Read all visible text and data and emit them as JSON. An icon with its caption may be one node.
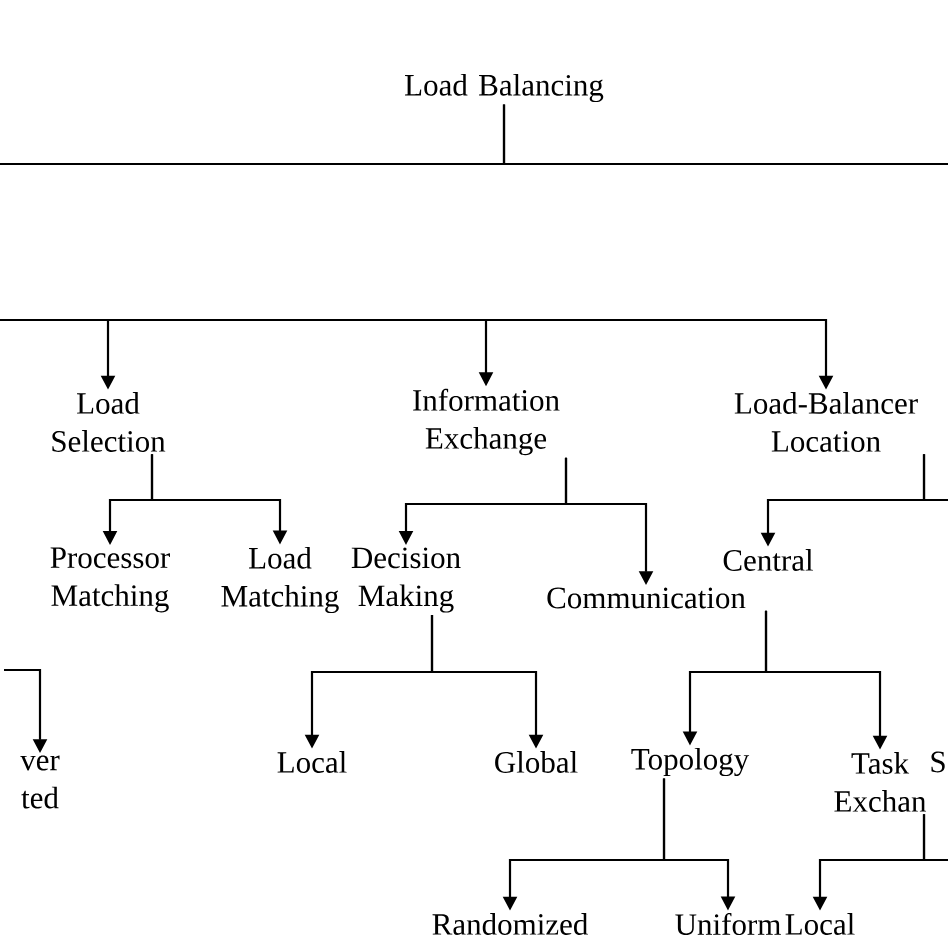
{
  "diagram": {
    "nodes": [
      {
        "text": [
          "Load Balancing"
        ]
      },
      {
        "text": [
          "Load Selection"
        ]
      },
      {
        "text": [
          "Information Exchange"
        ]
      },
      {
        "text": [
          "Load-Balancer Location"
        ]
      },
      {
        "text": [
          "Processor Matching"
        ]
      },
      {
        "text": [
          "Load Matching"
        ]
      },
      {
        "text": [
          "Decision Making"
        ]
      },
      {
        "text": [
          "Communication"
        ]
      },
      {
        "text": [
          "Central"
        ]
      },
      {
        "text": [
          "ver ted"
        ]
      },
      {
        "text": [
          "Local"
        ]
      },
      {
        "text": [
          "Global"
        ]
      },
      {
        "text": [
          "Topology"
        ]
      },
      {
        "text": [
          "Task Exchan"
        ]
      },
      {
        "text": [
          "S"
        ]
      },
      {
        "text": [
          "Randomized"
        ]
      },
      {
        "text": [
          "Uniform"
        ]
      },
      {
        "text": [
          "Local"
        ]
      }
    ],
    "edges": [
      {
        "from": 0,
        "to": null,
        "arrow": "none"
      },
      {
        "from": 0,
        "to": null,
        "arrow": "none"
      },
      {
        "from": null,
        "to": 1,
        "arrow": "to"
      },
      {
        "from": null,
        "to": 2,
        "arrow": "to"
      },
      {
        "from": null,
        "to": 3,
        "arrow": "to"
      },
      {
        "from": 1,
        "to": 4,
        "arrow": "to"
      },
      {
        "from": 1,
        "to": 5,
        "arrow": "to"
      },
      {
        "from": 2,
        "to": 6,
        "arrow": "to"
      },
      {
        "from": 2,
        "to": 7,
        "arrow": "to"
      },
      {
        "from": 3,
        "to": 8,
        "arrow": "to"
      },
      {
        "from": 3,
        "to": null,
        "arrow": "none"
      },
      {
        "from": null,
        "to": 9,
        "arrow": "to"
      },
      {
        "from": 6,
        "to": 10,
        "arrow": "to"
      },
      {
        "from": 6,
        "to": 11,
        "arrow": "to"
      },
      {
        "from": 7,
        "to": 12,
        "arrow": "to"
      },
      {
        "from": 7,
        "to": 13,
        "arrow": "to"
      },
      {
        "from": 12,
        "to": 15,
        "arrow": "to"
      },
      {
        "from": 12,
        "to": 16,
        "arrow": "to"
      },
      {
        "from": 13,
        "to": 17,
        "arrow": "to"
      },
      {
        "from": 13,
        "to": null,
        "arrow": "none"
      }
    ]
  }
}
